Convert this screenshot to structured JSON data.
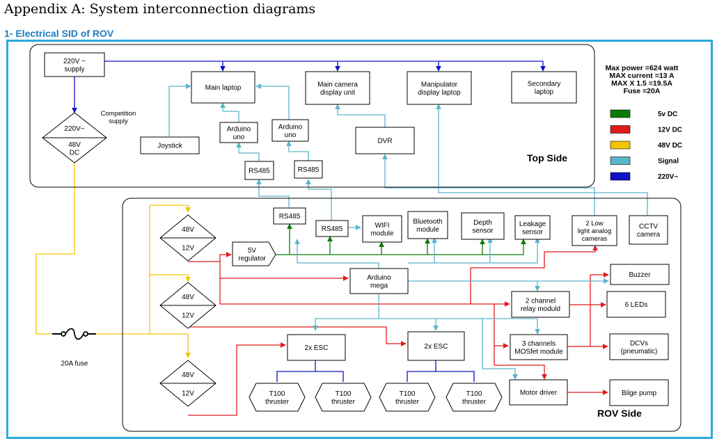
{
  "heading": "Appendix A: System interconnection diagrams",
  "subheading": "1- Electrical SID of ROV",
  "colors": {
    "v5": "#0a7a0a",
    "v12": "#e31b1b",
    "v48": "#f5c400",
    "signal": "#5ab4cc",
    "v220": "#1010c8",
    "frame": "#29a9e0"
  },
  "top_side_label": "Top Side",
  "rov_side_label": "ROV Side",
  "specs": [
    "Max power =624 watt",
    "MAX current =13 A",
    "MAX X 1.5 =19.5A",
    "Fuse =20A"
  ],
  "legend": [
    {
      "label": "5v DC",
      "color": "#0a7a0a"
    },
    {
      "label": "12V DC",
      "color": "#e31b1b"
    },
    {
      "label": "48V DC",
      "color": "#f5c400"
    },
    {
      "label": "Signal",
      "color": "#5ab4cc"
    },
    {
      "label": "220V~",
      "color": "#1010c8"
    }
  ],
  "top": {
    "supply": [
      "220V ~",
      "supply"
    ],
    "competition": [
      "Competition",
      "supply"
    ],
    "converter_top": "220V~",
    "converter_bottom": [
      "48V",
      "DC"
    ],
    "main_laptop": "Main laptop",
    "camera_display": [
      "Main camera",
      "display unit"
    ],
    "manip_laptop": [
      "Manipulator",
      "display laptop"
    ],
    "secondary_laptop": [
      "Secondary",
      "laptop"
    ],
    "joystick": "Joystick",
    "arduino1": [
      "Arduino",
      "uno"
    ],
    "arduino2": [
      "Arduino",
      "uno"
    ],
    "dvr": "DVR",
    "rs485_1": "RS485",
    "rs485_2": "RS485"
  },
  "rov": {
    "rs485_a": "RS485",
    "rs485_b": "RS485",
    "wifi": [
      "WIFI",
      "module"
    ],
    "bluetooth": [
      "Bluetooth",
      "module"
    ],
    "depth": [
      "Depth",
      "sensor"
    ],
    "leakage": [
      "Leakage",
      "sensor"
    ],
    "cameras": [
      "2 Low",
      "light analog",
      "cameras"
    ],
    "cctv": [
      "CCTV",
      "camera"
    ],
    "regulator": [
      "5V",
      "regulator"
    ],
    "arduino_mega": [
      "Arduino",
      "mega"
    ],
    "buzzer": "Buzzer",
    "relay": [
      "2 channel",
      "relay moduld"
    ],
    "leds": "6 LEDs",
    "mosfet": [
      "3 channels",
      "MOSfet module"
    ],
    "dcvs": [
      "DCVs",
      "(pneumatic)"
    ],
    "esc1": "2x ESC",
    "esc2": "2x ESC",
    "thrusters": [
      [
        "T100",
        "thruster"
      ],
      [
        "T100",
        "thruster"
      ],
      [
        "T100",
        "thruster"
      ],
      [
        "T100",
        "thruster"
      ]
    ],
    "motor_driver": "Motor driver",
    "bilge": "Bilge pump",
    "conv1": [
      "48V",
      "12V"
    ],
    "conv2": [
      "48V",
      "12V"
    ],
    "conv3": [
      "48V",
      "12V"
    ],
    "fuse_label": "20A fuse"
  }
}
